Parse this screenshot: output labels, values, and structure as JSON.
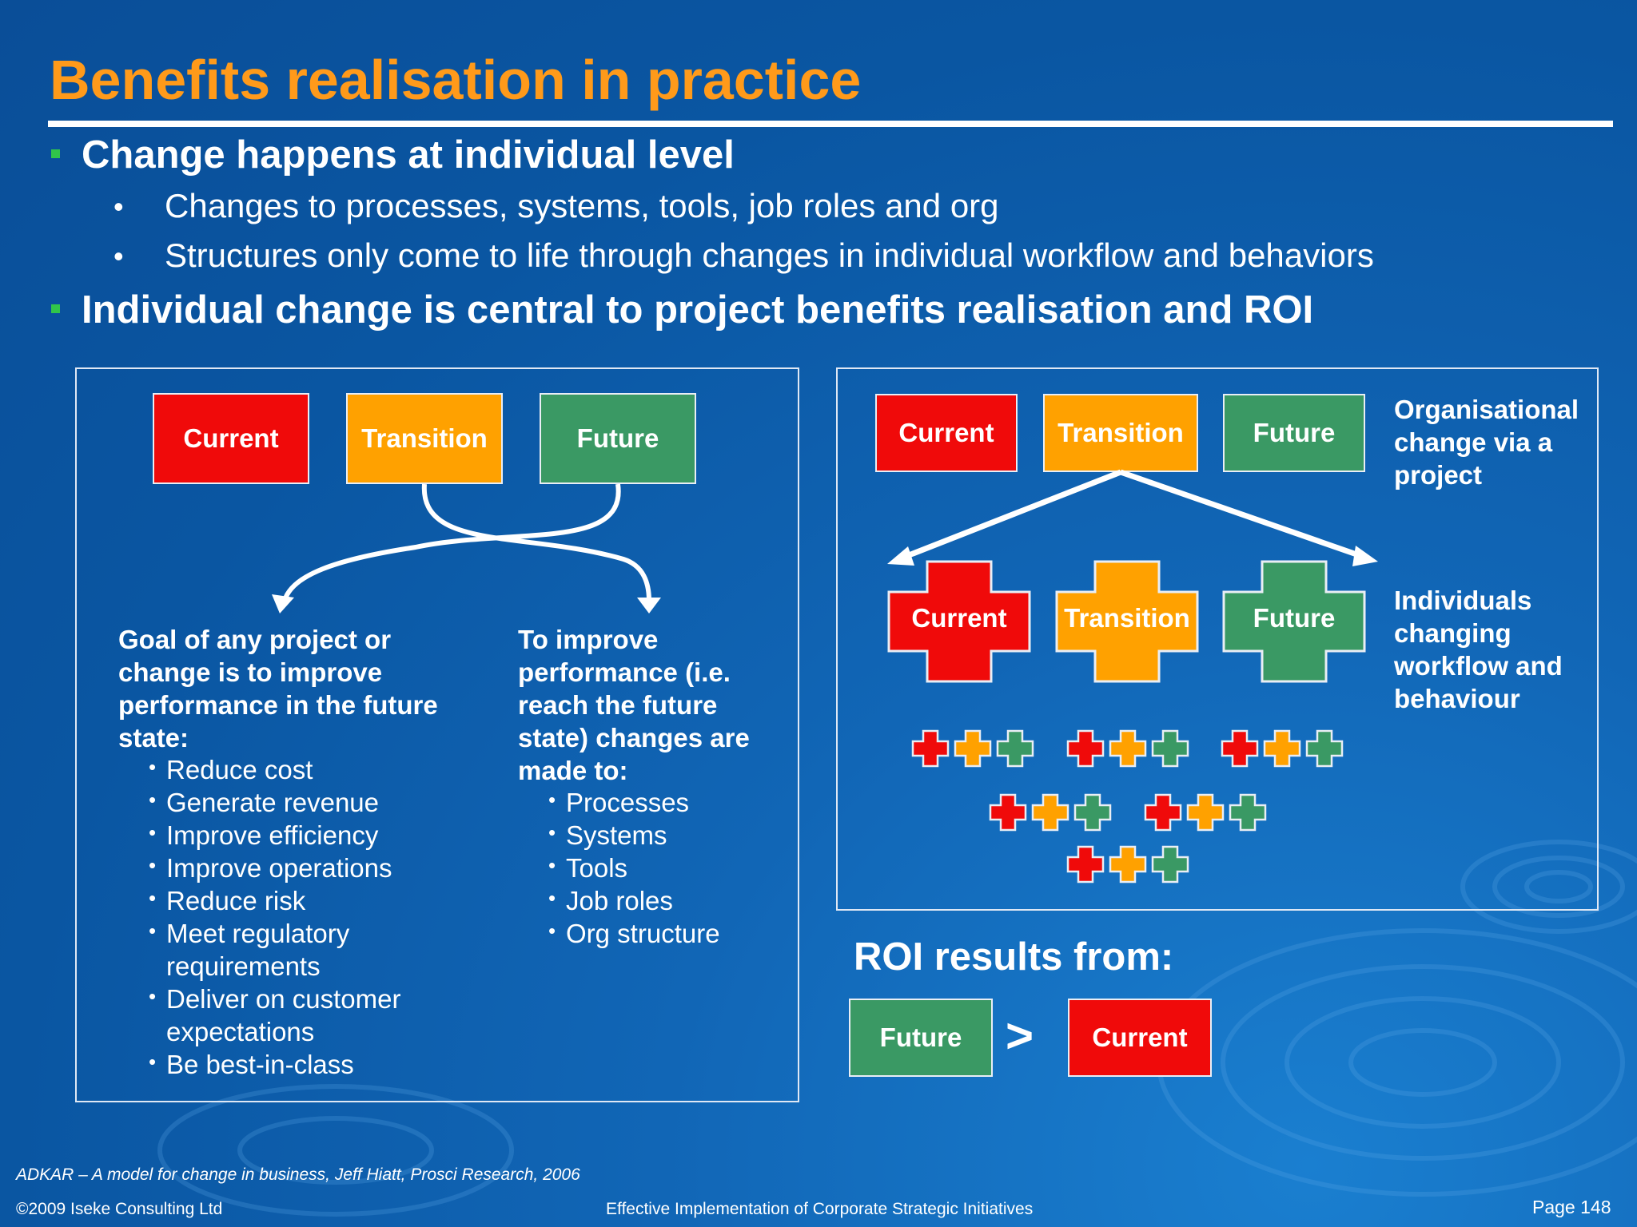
{
  "slide": {
    "title": "Benefits realisation in practice",
    "bullets": {
      "b1": "Change happens at individual level",
      "b1_sub": [
        "Changes to processes, systems, tools, job roles and org",
        "Structures only come to life through changes in individual workflow and behaviors"
      ],
      "b2": "Individual change is central to project benefits realisation and ROI"
    }
  },
  "left_panel": {
    "states": [
      "Current",
      "Transition",
      "Future"
    ],
    "goal_heading": "Goal of any project or change is to improve performance in the future state:",
    "goal_items": [
      "Reduce cost",
      "Generate revenue",
      "Improve efficiency",
      "Improve operations",
      "Reduce risk",
      "Meet regulatory requirements",
      "Deliver on customer expectations",
      "Be best-in-class"
    ],
    "improve_heading": "To improve performance (i.e. reach the future state) changes are made to:",
    "improve_items": [
      "Processes",
      "Systems",
      "Tools",
      "Job roles",
      "Org structure"
    ]
  },
  "right_panel": {
    "states": [
      "Current",
      "Transition",
      "Future"
    ],
    "org_label": "Organisational change via a project",
    "individual_states": [
      "Current",
      "Transition",
      "Future"
    ],
    "individuals_label": "Individuals changing workflow and behaviour"
  },
  "roi": {
    "heading": "ROI results from:",
    "future": "Future",
    "operator": ">",
    "current": "Current"
  },
  "footer": {
    "citation": "ADKAR – A model for change in business, Jeff Hiatt, Prosci Research, 2006",
    "copyright": "©2009 Iseke Consulting Ltd",
    "center": "Effective Implementation of Corporate Strategic Initiatives",
    "page": "Page 148"
  },
  "colors": {
    "background": "#0b5aa6",
    "title": "#ff9a1a",
    "current": "#f00a0a",
    "transition": "#ffa100",
    "future": "#3a9964",
    "bullet_square": "#31c64a"
  }
}
